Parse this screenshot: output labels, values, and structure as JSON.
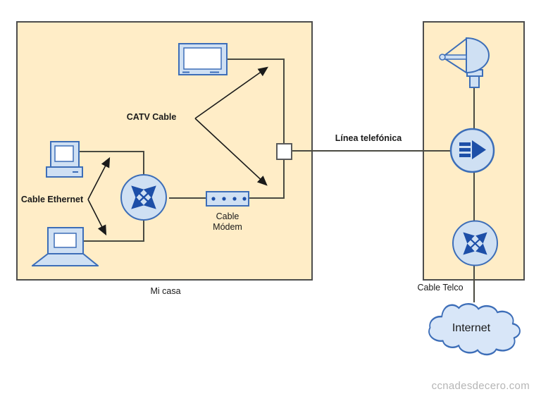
{
  "page": {
    "watermark": "ccnadesdecero.com"
  },
  "regions": {
    "home": {
      "label": "Mi casa",
      "fill": "#FFEDC7",
      "border": "#4D4D4D"
    },
    "telco": {
      "label": "Cable Telco",
      "fill": "#FFEDC7",
      "border": "#4D4D4D"
    }
  },
  "labels": {
    "catv": "CATV Cable",
    "ethernet": "Cable Ethernet",
    "phone_line": "Línea telefónica",
    "modem_line1": "Cable",
    "modem_line2": "Módem",
    "internet": "Internet"
  },
  "nodes": [
    {
      "id": "tv",
      "icon": "tv-icon"
    },
    {
      "id": "desktop-pc",
      "icon": "desktop-computer-icon"
    },
    {
      "id": "laptop",
      "icon": "laptop-icon"
    },
    {
      "id": "home-switch",
      "icon": "switch-icon"
    },
    {
      "id": "cable-modem",
      "icon": "cable-modem-icon"
    },
    {
      "id": "splitter",
      "icon": "splitter-square-icon"
    },
    {
      "id": "satellite-dish",
      "icon": "antenna-dish-icon"
    },
    {
      "id": "telco-headend",
      "icon": "headend-arrow-icon"
    },
    {
      "id": "telco-switch",
      "icon": "switch-icon"
    },
    {
      "id": "internet-cloud",
      "icon": "cloud-icon",
      "label": "Internet"
    }
  ],
  "colors": {
    "node_fill": "#CFE0F3",
    "node_border": "#3D6EB8",
    "node_accent": "#1D4FA8",
    "connector": "#4A4A41",
    "arrow": "#1A1A1A",
    "cloud_fill": "#D8E6F8",
    "region_fill": "#FFEDC7",
    "region_border": "#4D4D4D",
    "watermark": "#B5B5B5"
  }
}
